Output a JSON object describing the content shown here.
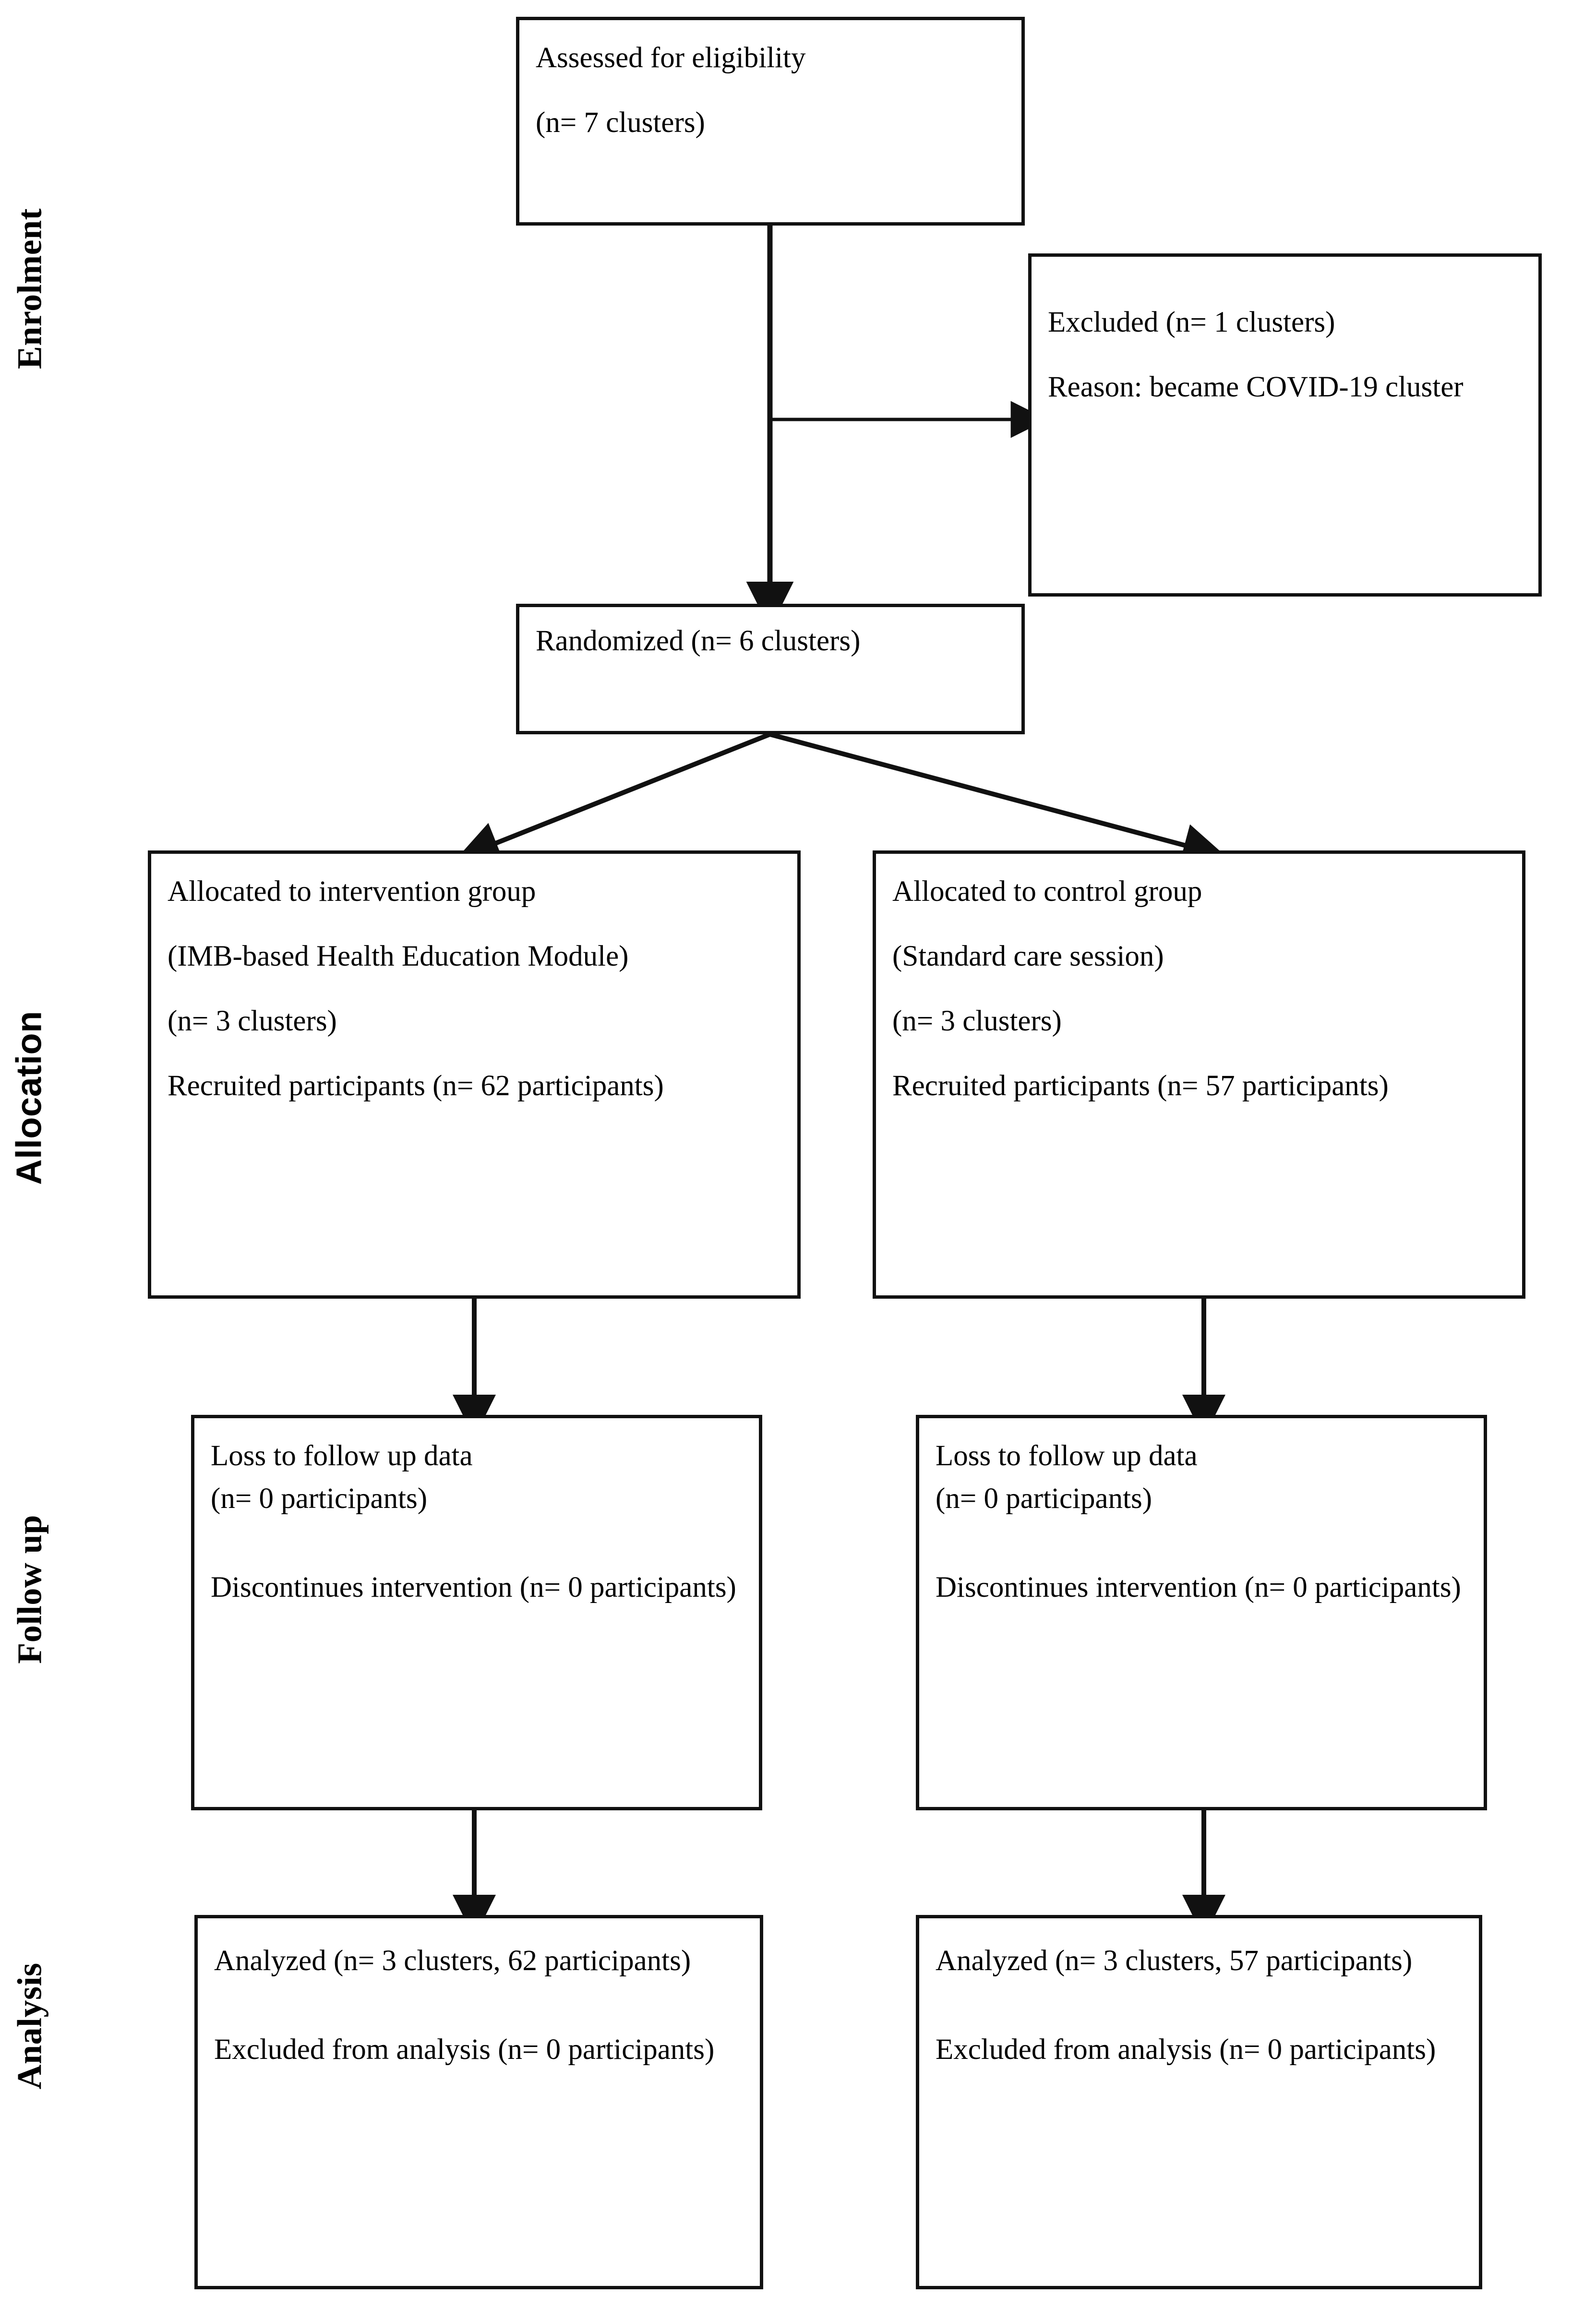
{
  "stages": [
    {
      "id": "enrolment",
      "label": "Enrolment"
    },
    {
      "id": "allocation",
      "label": "Allocation"
    },
    {
      "id": "followup",
      "label": "Follow up"
    },
    {
      "id": "analysis",
      "label": "Analysis"
    }
  ],
  "nodes": {
    "eligibility": {
      "lines": [
        "Assessed for eligibility",
        "(n= 7 clusters)"
      ]
    },
    "excluded": {
      "lines": [
        "Excluded (n= 1 clusters)",
        "Reason: became COVID-19 cluster"
      ]
    },
    "randomized": {
      "lines": [
        "Randomized (n= 6 clusters)"
      ]
    },
    "allocated_intervention": {
      "lines": [
        "Allocated to intervention group",
        "(IMB-based Health Education Module)",
        "(n= 3 clusters)",
        "Recruited participants (n= 62 participants)"
      ]
    },
    "allocated_control": {
      "lines": [
        "Allocated to control group",
        "(Standard care session)",
        "(n= 3 clusters)",
        "Recruited participants (n= 57 participants)"
      ]
    },
    "followup_intervention": {
      "lines": [
        "Loss to follow up data",
        "(n= 0 participants)",
        "Discontinues intervention (n= 0 participants)"
      ]
    },
    "followup_control": {
      "lines": [
        "Loss to follow up data",
        "(n= 0 participants)",
        "Discontinues intervention (n= 0 participants)"
      ]
    },
    "analysis_intervention": {
      "lines": [
        "Analyzed (n= 3 clusters, 62 participants)",
        "Excluded from analysis (n= 0 participants)"
      ]
    },
    "analysis_control": {
      "lines": [
        "Analyzed (n= 3 clusters, 57 participants)",
        "Excluded from analysis (n= 0 participants)"
      ]
    }
  },
  "colors": {
    "stroke": "#111111",
    "background": "#ffffff",
    "text": "#000000"
  }
}
